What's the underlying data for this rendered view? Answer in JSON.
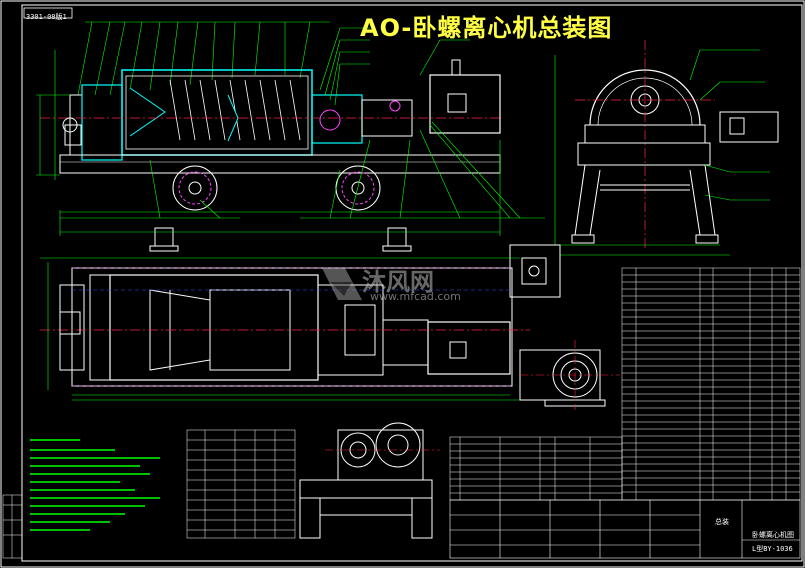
{
  "drawing": {
    "title": "AO-卧螺离心机总装图",
    "top_left_label": "3301-08版1",
    "drawing_number": "L型BY-1036",
    "title_block_name": "总装",
    "title_block_doc": "卧螺离心机图"
  },
  "watermark": {
    "site_text": "沐风网",
    "site_url": "www.mfcad.com"
  },
  "colors": {
    "background": "#000000",
    "outline": "#ffffff",
    "dimension": "#00ff00",
    "center_line": "#ff2244",
    "highlight": "#00ffff",
    "hidden_line": "#ff44ff",
    "title": "#ffff44",
    "blue_line": "#3355ff"
  }
}
